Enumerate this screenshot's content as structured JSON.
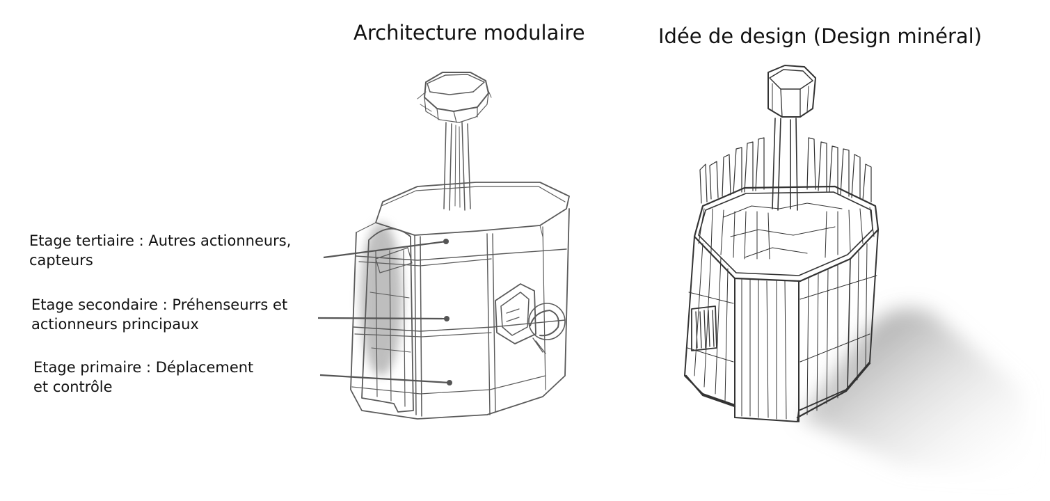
{
  "titles": {
    "left": "Architecture modulaire",
    "right": "Idée de design (Design minéral)"
  },
  "annotations": {
    "tertiary": {
      "line1": "Etage tertiaire : Autres actionneurs,",
      "line2": "capteurs"
    },
    "secondary": {
      "line1": "Etage secondaire : Préhenseurrs et",
      "line2": "actionneurs principaux"
    },
    "primary": {
      "line1": "Etage primaire : Déplacement",
      "line2": "et contrôle"
    }
  },
  "colors": {
    "pencil": "#5a5a5a",
    "pencil_dark": "#333333",
    "leader_line": "#555555",
    "background": "#ffffff"
  }
}
